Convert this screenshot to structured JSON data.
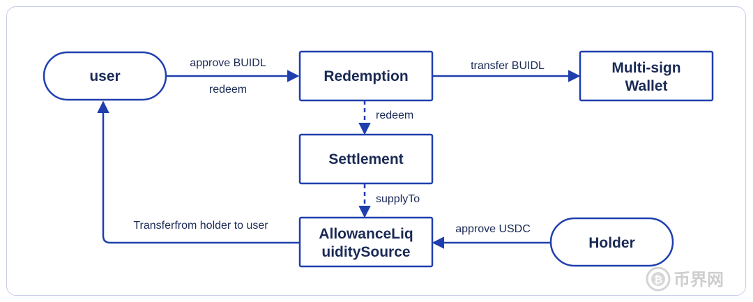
{
  "nodes": {
    "user": "user",
    "redemption": "Redemption",
    "multisig_line1": "Multi-sign",
    "multisig_line2": "Wallet",
    "settlement": "Settlement",
    "allowance_line1": "AllowanceLiq",
    "allowance_line2": "uiditySource",
    "holder": "Holder"
  },
  "edges": {
    "approve_buidl": "approve BUIDL",
    "redeem_user": "redeem",
    "transfer_buidl": "transfer BUIDL",
    "redeem_settlement": "redeem",
    "supply_to": "supplyTo",
    "approve_usdc": "approve USDC",
    "transferfrom": "Transferfrom holder to user"
  },
  "watermark": {
    "text": "币界网",
    "icon": "bitcoin-coin-icon"
  },
  "colors": {
    "stroke": "#1f3fae",
    "text": "#1a2a55",
    "frame": "#c8cbe6"
  }
}
